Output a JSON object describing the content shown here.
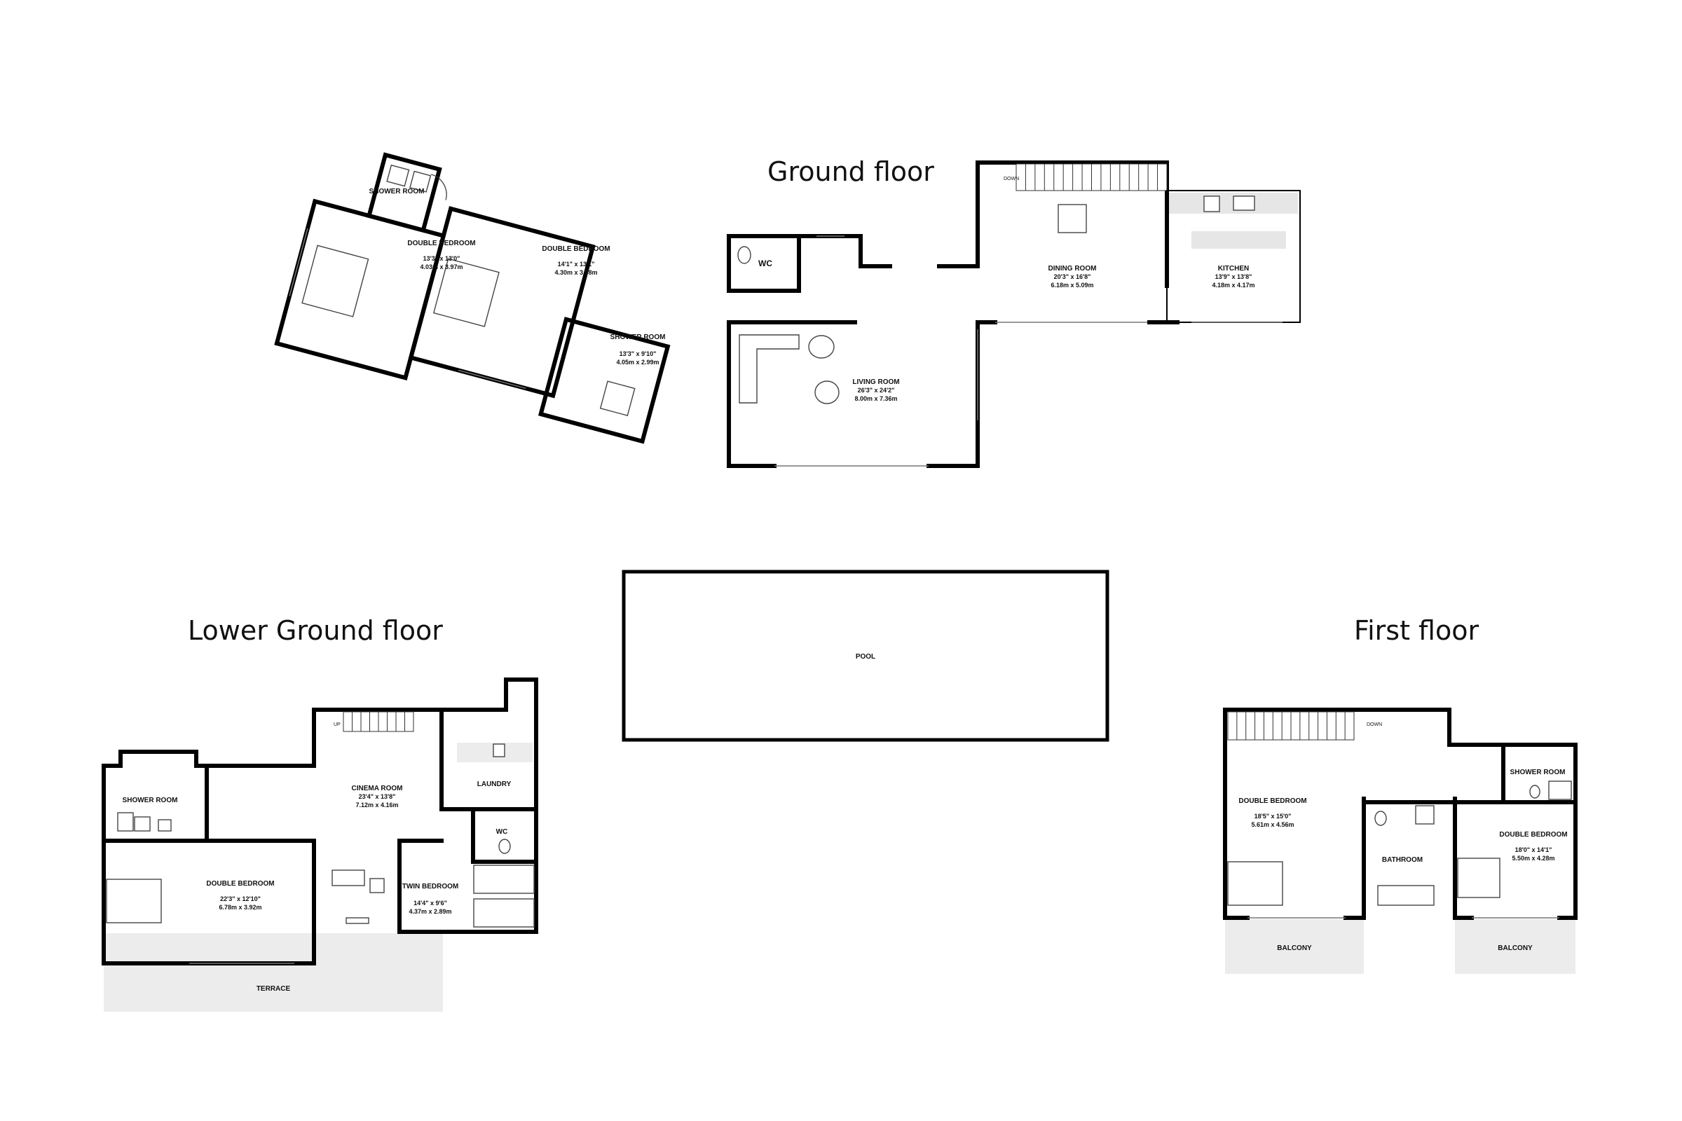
{
  "floors": {
    "ground": {
      "title": "Ground floor",
      "rooms": [
        {
          "id": "g-shower1",
          "name": "SHOWER ROOM",
          "dim_imp": "",
          "dim_met": ""
        },
        {
          "id": "g-bed1",
          "name": "DOUBLE BEDROOM",
          "dim_imp": "13'3\" x 13'0\"",
          "dim_met": "4.03m x 3.97m"
        },
        {
          "id": "g-bed2",
          "name": "DOUBLE BEDROOM",
          "dim_imp": "14'1\" x 13'1\"",
          "dim_met": "4.30m x 3.98m"
        },
        {
          "id": "g-wc",
          "name": "WC",
          "dim_imp": "",
          "dim_met": ""
        },
        {
          "id": "g-shower2",
          "name": "SHOWER ROOM",
          "dim_imp": "13'3\" x 9'10\"",
          "dim_met": "4.05m x 2.99m"
        },
        {
          "id": "g-living",
          "name": "LIVING ROOM",
          "dim_imp": "26'3\" x 24'2\"",
          "dim_met": "8.00m x 7.36m"
        },
        {
          "id": "g-dining",
          "name": "DINING ROOM",
          "dim_imp": "20'3\" x 16'8\"",
          "dim_met": "6.18m x 5.09m"
        },
        {
          "id": "g-kitchen",
          "name": "KITCHEN",
          "dim_imp": "13'9\" x 13'8\"",
          "dim_met": "4.18m x 4.17m"
        }
      ],
      "stair_label": "DOWN"
    },
    "lower": {
      "title": "Lower Ground floor",
      "rooms": [
        {
          "id": "l-shower",
          "name": "SHOWER ROOM",
          "dim_imp": "",
          "dim_met": ""
        },
        {
          "id": "l-bed",
          "name": "DOUBLE BEDROOM",
          "dim_imp": "22'3\" x 12'10\"",
          "dim_met": "6.78m x 3.92m"
        },
        {
          "id": "l-cinema",
          "name": "CINEMA ROOM",
          "dim_imp": "23'4\" x 13'8\"",
          "dim_met": "7.12m x 4.16m"
        },
        {
          "id": "l-laundry",
          "name": "LAUNDRY",
          "dim_imp": "",
          "dim_met": ""
        },
        {
          "id": "l-wc",
          "name": "WC",
          "dim_imp": "",
          "dim_met": ""
        },
        {
          "id": "l-twin",
          "name": "TWIN BEDROOM",
          "dim_imp": "14'4\" x 9'6\"",
          "dim_met": "4.37m x 2.89m"
        },
        {
          "id": "l-terrace",
          "name": "TERRACE",
          "dim_imp": "",
          "dim_met": ""
        }
      ],
      "stair_label": "UP"
    },
    "first": {
      "title": "First floor",
      "rooms": [
        {
          "id": "f-bed1",
          "name": "DOUBLE BEDROOM",
          "dim_imp": "18'5\" x 15'0\"",
          "dim_met": "5.61m x 4.56m"
        },
        {
          "id": "f-bath",
          "name": "BATHROOM",
          "dim_imp": "",
          "dim_met": ""
        },
        {
          "id": "f-shower",
          "name": "SHOWER ROOM",
          "dim_imp": "",
          "dim_met": ""
        },
        {
          "id": "f-bed2",
          "name": "DOUBLE BEDROOM",
          "dim_imp": "18'0\" x 14'1\"",
          "dim_met": "5.50m x 4.28m"
        },
        {
          "id": "f-balc1",
          "name": "BALCONY",
          "dim_imp": "",
          "dim_met": ""
        },
        {
          "id": "f-balc2",
          "name": "BALCONY",
          "dim_imp": "",
          "dim_met": ""
        }
      ],
      "stair_label": "DOWN"
    }
  },
  "pool": {
    "name": "POOL"
  }
}
